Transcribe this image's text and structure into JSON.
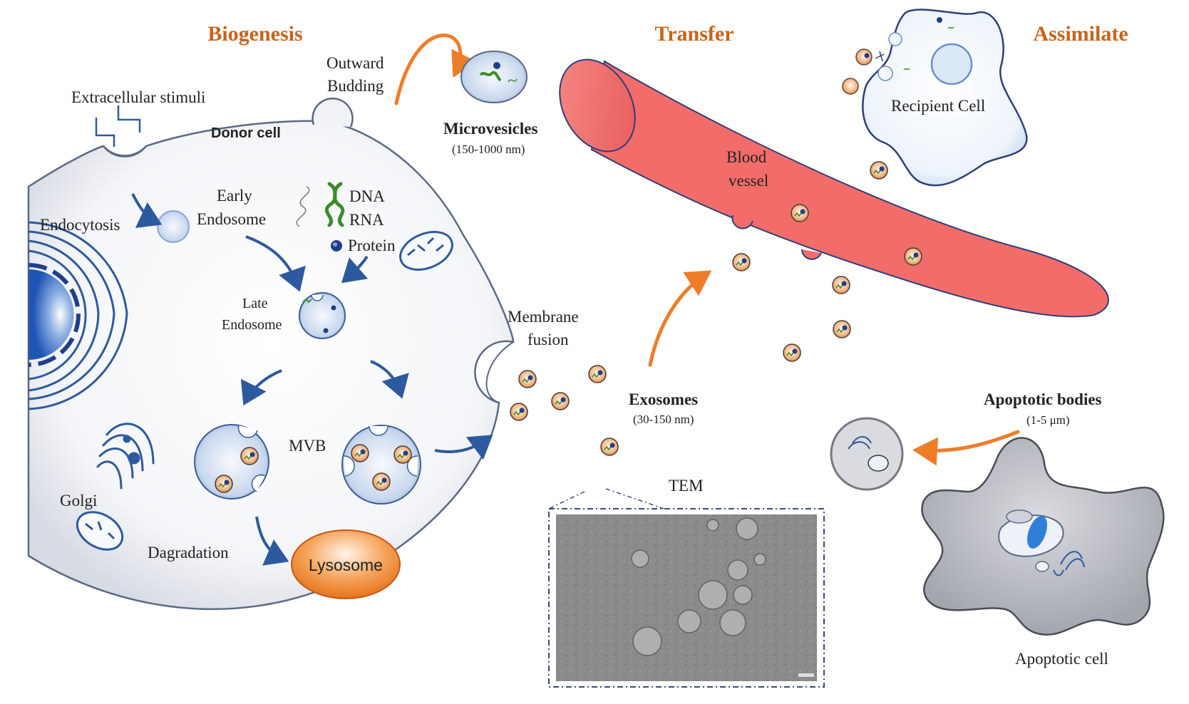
{
  "colors": {
    "heading": "#c8641c",
    "arrow_orange": "#ee7d2a",
    "arrow_blue": "#2d5a9e",
    "vessel": "#f26d6a",
    "cell_membrane": "#5a6a85",
    "dna_green": "#3c8c2c",
    "protein_blue": "#1f3f8a",
    "lysosome": "#f08a3a",
    "apoptotic_gray": "#b9bcc2"
  },
  "headings": {
    "biogenesis": "Biogenesis",
    "transfer": "Transfer",
    "assimilate": "Assimilate"
  },
  "labels": {
    "donor_cell": "Donor cell",
    "extracellular_stimuli": "Extracellular stimuli",
    "outward_budding_1": "Outward",
    "outward_budding_2": "Budding",
    "endocytosis": "Endocytosis",
    "early_endosome_1": "Early",
    "early_endosome_2": "Endosome",
    "dna": "DNA",
    "rna": "RNA",
    "protein": "Protein",
    "late_endosome_1": "Late",
    "late_endosome_2": "Endosome",
    "mvb": "MVB",
    "golgi": "Golgi",
    "degradation": "Dagradation",
    "lysosome": "Lysosome",
    "membrane_fusion_1": "Membrane",
    "membrane_fusion_2": "fusion",
    "microvesicles": "Microvesicles",
    "microvesicles_size": "(150-1000 nm)",
    "exosomes": "Exosomes",
    "exosomes_size": "(30-150 nm)",
    "tem": "TEM",
    "blood_vessel_1": "Blood",
    "blood_vessel_2": "vessel",
    "recipient_cell": "Recipient Cell",
    "apoptotic_bodies": "Apoptotic bodies",
    "apoptotic_bodies_size": "(1-5 μm)",
    "apoptotic_cell": "Apoptotic cell"
  },
  "icons": [
    "nucleus-icon",
    "golgi-icon",
    "mitochondrion-icon",
    "dna-helix-icon",
    "rna-strand-icon",
    "protein-dot-icon",
    "exosome-icon",
    "lysosome-icon",
    "blood-vessel-icon",
    "arrow-icon",
    "tem-micrograph"
  ]
}
